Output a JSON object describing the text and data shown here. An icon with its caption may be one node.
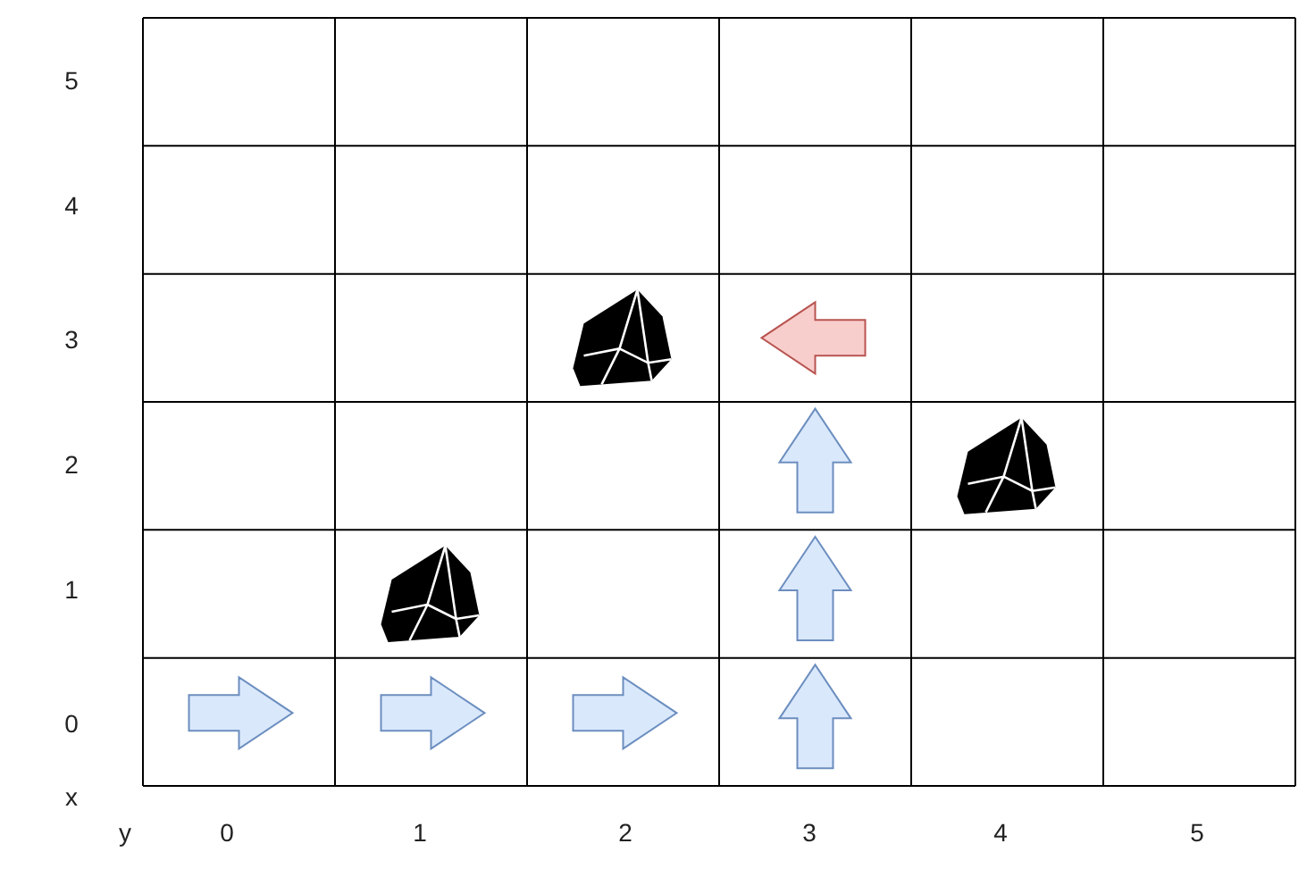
{
  "diagram": {
    "labels": [
      "5",
      "4",
      "3",
      "2",
      "1",
      "0",
      "x",
      "y",
      "0",
      "1",
      "2",
      "3",
      "4",
      "5"
    ]
  }
}
